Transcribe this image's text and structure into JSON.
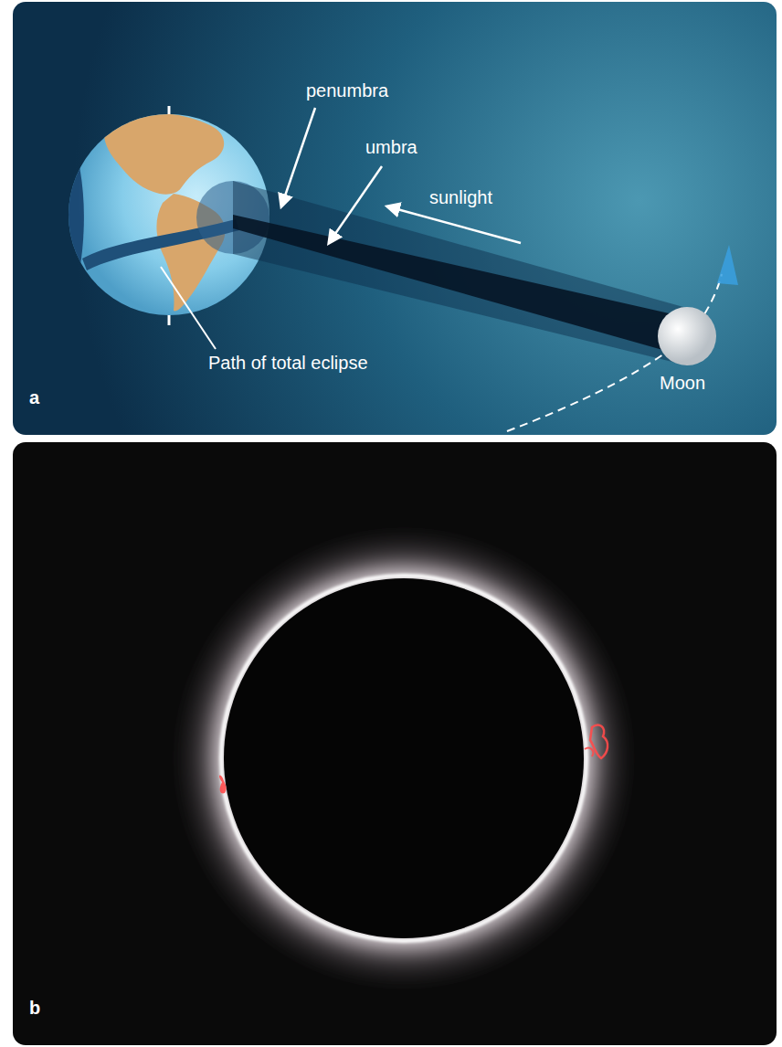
{
  "diagram": {
    "labels": [
      "penumbra",
      "umbra",
      "sunlight",
      "Path of total eclipse",
      "Moon",
      "a",
      "b"
    ]
  }
}
